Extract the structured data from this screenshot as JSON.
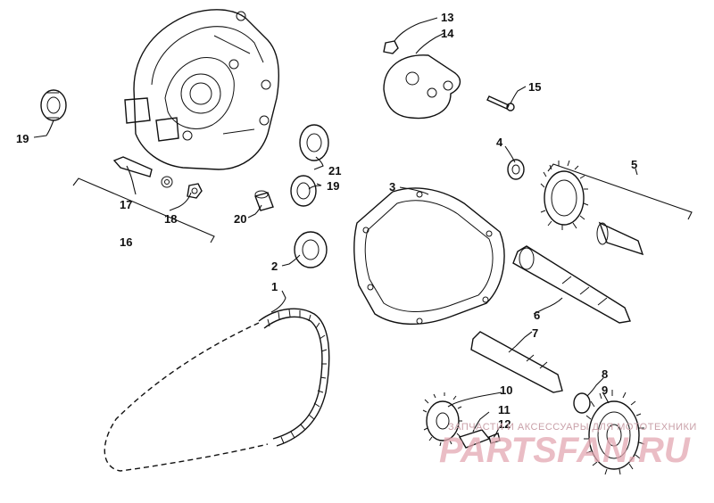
{
  "diagram": {
    "callouts": {
      "c1": "1",
      "c2": "2",
      "c3": "3",
      "c4": "4",
      "c5": "5",
      "c6": "6",
      "c7": "7",
      "c8": "8",
      "c9": "9",
      "c10": "10",
      "c11": "11",
      "c12": "12",
      "c13": "13",
      "c14": "14",
      "c15": "15",
      "c16": "16",
      "c17": "17",
      "c18": "18",
      "c19a": "19",
      "c19b": "19",
      "c20": "20",
      "c21": "21"
    },
    "watermark": {
      "subtitle": "ЗАПЧАСТИ И АКСЕССУАРЫ ДЛЯ МОТОТЕХНИКИ",
      "brand": "PARTSFAN.RU"
    }
  }
}
